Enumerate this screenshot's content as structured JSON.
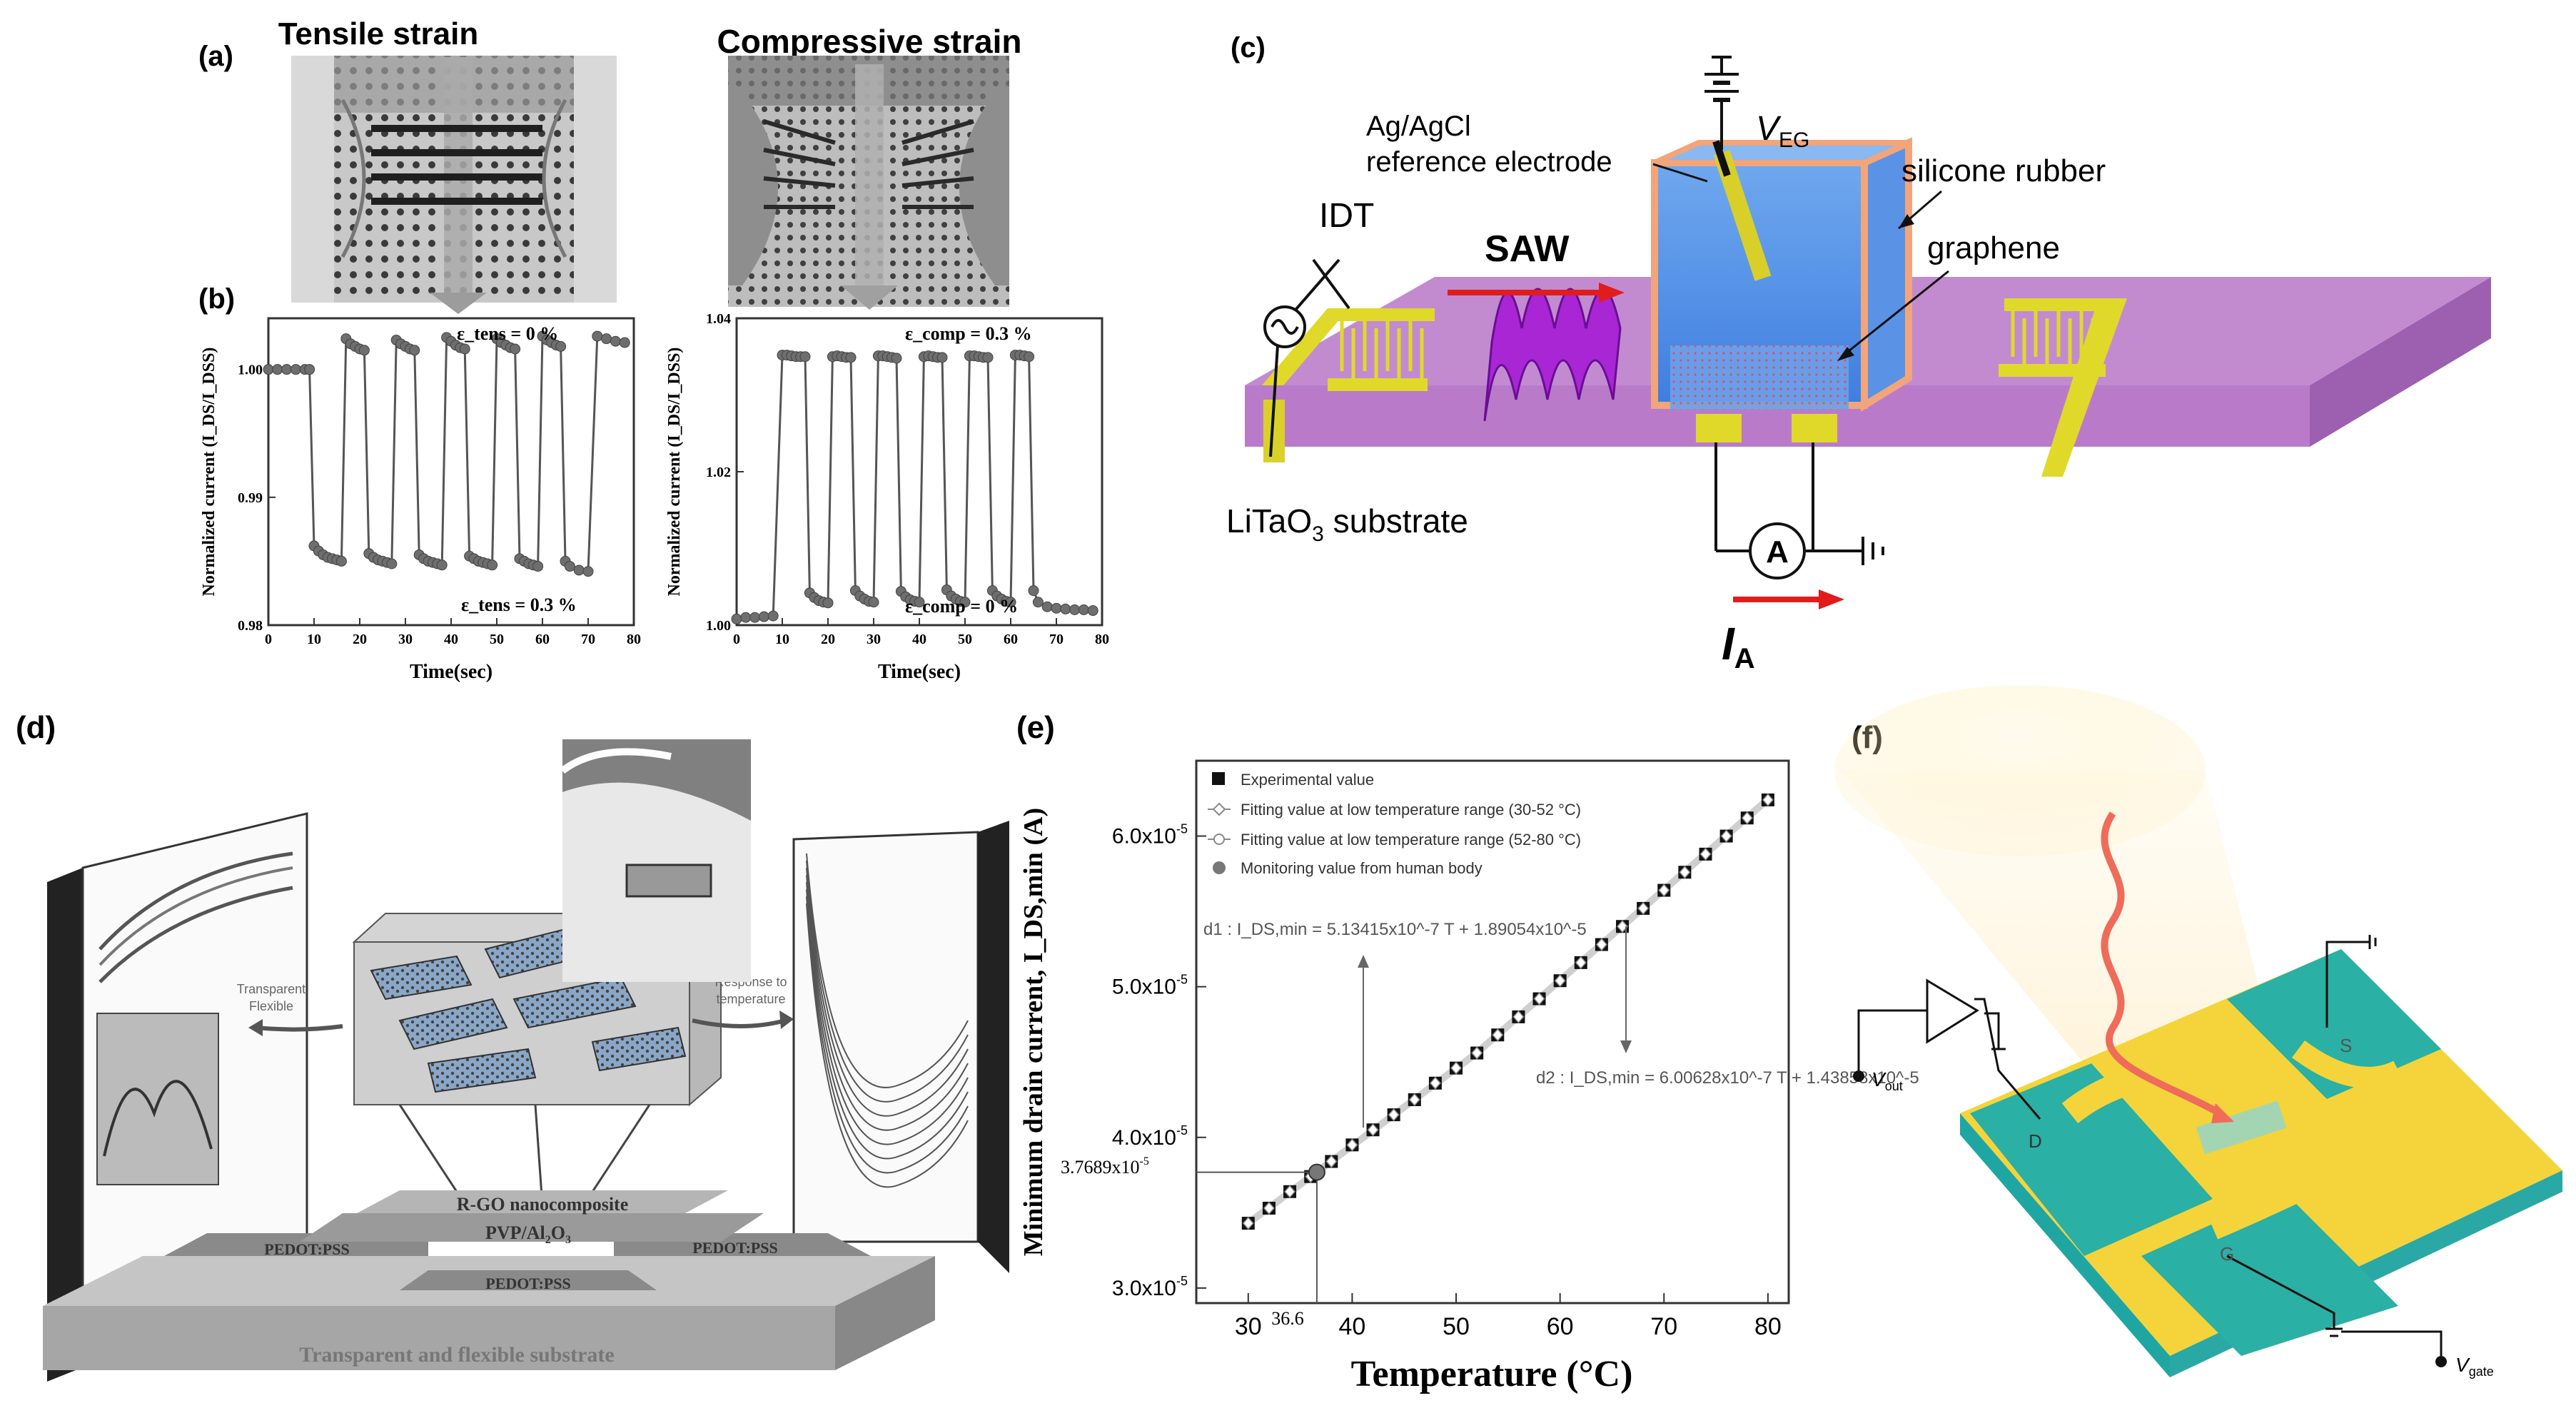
{
  "panels": {
    "a": {
      "label": "(a)",
      "title_tensile": "Tensile strain",
      "title_compressive": "Compressive strain"
    },
    "b": {
      "label": "(b)",
      "left": {
        "ylabel": "Normalized current (I_DS/I_DSS)",
        "xlabel": "Time(sec)",
        "annot_top": "ε_tens = 0 %",
        "annot_bottom": "ε_tens = 0.3 %",
        "yticks": [
          "0.98",
          "0.99",
          "1.00"
        ],
        "xticks": [
          "0",
          "10",
          "20",
          "30",
          "40",
          "50",
          "60",
          "70",
          "80"
        ]
      },
      "right": {
        "ylabel": "Normalized current (I_DS/I_DSS)",
        "xlabel": "Time(sec)",
        "annot_top": "ε_comp = 0.3 %",
        "annot_bottom": "ε_comp = 0 %",
        "yticks": [
          "1.00",
          "1.02",
          "1.04"
        ],
        "xticks": [
          "0",
          "10",
          "20",
          "30",
          "40",
          "50",
          "60",
          "70",
          "80"
        ]
      }
    },
    "c": {
      "label": "(c)",
      "veg": "V",
      "veg_sub": "EG",
      "ref_electrode": [
        "Ag/AgCl",
        "reference electrode"
      ],
      "silicone": "silicone rubber",
      "idt": "IDT",
      "saw": "SAW",
      "graphene": "graphene",
      "substrate": "LiTaO",
      "substrate_sub": "3",
      "substrate_rest": " substrate",
      "ammeter": "A",
      "ia": "I",
      "ia_sub": "A"
    },
    "d": {
      "label": "(d)",
      "transparent": [
        "Transparent",
        "Flexible"
      ],
      "response": [
        "Response to",
        "temperature"
      ],
      "rgo": "R-GO nanocomposite",
      "pedot_left": "PEDOT:PSS",
      "pvp": "PVP/Al",
      "pvp_sub": "2",
      "pvp_rest": "O",
      "pvp_sub2": "3",
      "pedot_right": "PEDOT:PSS",
      "pedot_bottom": "PEDOT:PSS",
      "substrate": "Transparent and flexible substrate"
    },
    "e": {
      "label": "(e)",
      "legend": [
        "Experimental value",
        "Fitting value at low temperature range (30-52 °C)",
        "Fitting value at low temperature range (52-80 °C)",
        "Monitoring value from human body"
      ],
      "fit1": "d1 : I_DS,min = 5.13415x10^-7 T + 1.89054x10^-5",
      "fit2": "d2 : I_DS,min = 6.00628x10^-7 T + 1.43858x10^-5",
      "marker_y": "3.7689x10",
      "marker_y_exp": "-5",
      "marker_x": "36.6",
      "xlabel": "Temperature (°C)",
      "ylabel": "Minimum drain current, I_DS,min (A)",
      "yticks": [
        "3.0x10",
        "4.0x10",
        "5.0x10",
        "6.0x10"
      ],
      "ytick_exp": "-5",
      "xticks": [
        "30",
        "40",
        "50",
        "60",
        "70",
        "80"
      ]
    },
    "f": {
      "label": "(f)",
      "vout": "V",
      "vout_sub": "out",
      "vgate": "V",
      "vgate_sub": "gate",
      "s": "S",
      "d": "D",
      "g": "G"
    }
  },
  "chart_data": [
    {
      "type": "line",
      "id": "b-left",
      "xlabel": "Time(sec)",
      "ylabel": "Normalized current (I_DS/I_DSS)",
      "xlim": [
        0,
        80
      ],
      "ylim": [
        0.98,
        1.004
      ],
      "series": [
        {
          "x": [
            0,
            2,
            4,
            6,
            8,
            9,
            10,
            11,
            12,
            13,
            14,
            15,
            16,
            17,
            18,
            19,
            20,
            21,
            22,
            23,
            24,
            25,
            26,
            27,
            28,
            29,
            30,
            31,
            32,
            33,
            34,
            35,
            36,
            37,
            38,
            39,
            40,
            41,
            42,
            43,
            44,
            45,
            46,
            47,
            48,
            49,
            50,
            51,
            52,
            53,
            54,
            55,
            56,
            57,
            58,
            59,
            60,
            61,
            62,
            63,
            64,
            65,
            66,
            68,
            70,
            72,
            74,
            76,
            78
          ],
          "y": [
            1.0,
            1.0,
            1.0,
            1.0,
            1.0,
            1.0,
            0.9862,
            0.9858,
            0.9855,
            0.9853,
            0.9852,
            0.9851,
            0.985,
            1.0024,
            1.002,
            1.0018,
            1.0016,
            1.0015,
            0.9856,
            0.9853,
            0.9851,
            0.985,
            0.9849,
            0.9848,
            1.0023,
            1.002,
            1.0018,
            1.0016,
            1.0015,
            0.9855,
            0.9852,
            0.985,
            0.9849,
            0.9848,
            0.9847,
            1.0025,
            1.0022,
            1.0019,
            1.0017,
            1.0016,
            0.9854,
            0.9852,
            0.985,
            0.9849,
            0.9848,
            0.9847,
            1.0024,
            1.0021,
            1.0019,
            1.0017,
            1.0016,
            0.9852,
            0.985,
            0.9848,
            0.9847,
            0.9846,
            1.0026,
            1.0023,
            1.0021,
            1.0019,
            1.0018,
            0.985,
            0.9846,
            0.9843,
            0.9842,
            1.0026,
            1.0024,
            1.0022,
            1.0021
          ]
        }
      ]
    },
    {
      "type": "line",
      "id": "b-right",
      "xlabel": "Time(sec)",
      "ylabel": "Normalized current (I_DS/I_DSS)",
      "xlim": [
        0,
        80
      ],
      "ylim": [
        1.0,
        1.04
      ],
      "series": [
        {
          "x": [
            0,
            2,
            4,
            6,
            8,
            10,
            11,
            12,
            13,
            14,
            15,
            16,
            17,
            18,
            19,
            20,
            21,
            22,
            23,
            24,
            25,
            26,
            27,
            28,
            29,
            30,
            31,
            32,
            33,
            34,
            35,
            36,
            37,
            38,
            39,
            40,
            41,
            42,
            43,
            44,
            45,
            46,
            47,
            48,
            49,
            50,
            51,
            52,
            53,
            54,
            55,
            56,
            57,
            58,
            59,
            60,
            61,
            62,
            63,
            64,
            65,
            66,
            68,
            70,
            72,
            74,
            76,
            78
          ],
          "y": [
            1.0008,
            1.001,
            1.001,
            1.0011,
            1.0012,
            1.0352,
            1.0352,
            1.0351,
            1.035,
            1.035,
            1.035,
            1.0042,
            1.0036,
            1.0032,
            1.003,
            1.0029,
            1.035,
            1.0351,
            1.035,
            1.0349,
            1.0349,
            1.0045,
            1.0038,
            1.0034,
            1.0031,
            1.003,
            1.0351,
            1.0351,
            1.035,
            1.0349,
            1.0348,
            1.0044,
            1.0037,
            1.0033,
            1.0031,
            1.003,
            1.035,
            1.0351,
            1.035,
            1.0349,
            1.0349,
            1.0046,
            1.0038,
            1.0034,
            1.0031,
            1.003,
            1.0351,
            1.0351,
            1.035,
            1.0349,
            1.0349,
            1.0045,
            1.0038,
            1.0034,
            1.0031,
            1.003,
            1.0352,
            1.0352,
            1.0351,
            1.035,
            1.0045,
            1.003,
            1.0024,
            1.0022,
            1.0021,
            1.002,
            1.002,
            1.0019
          ]
        }
      ]
    },
    {
      "type": "line",
      "id": "e",
      "xlabel": "Temperature (°C)",
      "ylabel": "Minimum drain current, I_DS,min (A)",
      "xlim": [
        25,
        82
      ],
      "ylim": [
        2.9e-05,
        6.5e-05
      ],
      "series": [
        {
          "name": "Experimental value",
          "x": [
            30,
            32,
            34,
            36,
            38,
            40,
            42,
            44,
            46,
            48,
            50,
            52,
            54,
            56,
            58,
            60,
            62,
            64,
            66,
            68,
            70,
            72,
            74,
            76,
            78,
            80
          ],
          "y": [
            3.43e-05,
            3.53e-05,
            3.64e-05,
            3.74e-05,
            3.84e-05,
            3.95e-05,
            4.05e-05,
            4.15e-05,
            4.25e-05,
            4.36e-05,
            4.46e-05,
            4.56e-05,
            4.68e-05,
            4.8e-05,
            4.92e-05,
            5.04e-05,
            5.16e-05,
            5.28e-05,
            5.4e-05,
            5.52e-05,
            5.64e-05,
            5.76e-05,
            5.88e-05,
            6e-05,
            6.12e-05,
            6.24e-05
          ]
        },
        {
          "name": "Monitoring value from human body",
          "x": [
            36.6
          ],
          "y": [
            3.7689e-05
          ]
        }
      ]
    }
  ]
}
